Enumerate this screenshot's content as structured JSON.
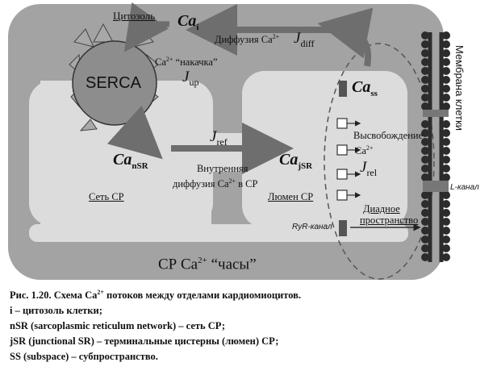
{
  "labels": {
    "cytosol": "Цитозоль",
    "ca_i_base": "Ca",
    "ca_i_sub": "i",
    "diffusion": "Диффузия Ca",
    "diffusion_sup": "2+",
    "j_diff_base": "J",
    "j_diff_sub": "diff",
    "serca": "SERCA",
    "pump_prefix": "Ca",
    "pump_sup": "2+",
    "pump_text": " “накачка”",
    "j_up_base": "J",
    "j_up_sub": "up",
    "ca_ss_base": "Ca",
    "ca_ss_sub": "ss",
    "membrane": "Мембрана клетки",
    "ca_nsr_base": "Ca",
    "ca_nsr_sub": "nSR",
    "j_ref_base": "J",
    "j_ref_sub": "ref",
    "internal_line1": "Внутренняя",
    "internal_line2_a": "диффузия Ca",
    "internal_sup": "2+",
    "internal_line2_b": " в СР",
    "ca_jsr_base": "Ca",
    "ca_jsr_sub": "jSR",
    "release_line1": "Высвобождение",
    "release_ca": "Ca",
    "release_sup": "2+",
    "j_rel_base": "J",
    "j_rel_sub": "rel",
    "l_channel": "L-канал",
    "sr_network": "Сеть СР",
    "sr_lumen": "Люмен СР",
    "dyadic_line1": "Диадное",
    "dyadic_line2": "пространство",
    "ryr_channel": "RyR-канал",
    "clock_prefix": "СР Ca",
    "clock_sup": "2+",
    "clock_suffix": " “часы”"
  },
  "caption": {
    "title_a": "Рис. 1.20. Схема  Ca",
    "title_sup": "2+",
    "title_b": " потоков между отделами кардиомиоцитов.",
    "line1": "i – цитозоль клетки;",
    "line2": "nSR (sarcoplasmic  reticulum  network)  – сеть СР;",
    "line3": "jSR (junctional  SR) – терминальные цистерны (люмен) СР;",
    "line4": "SS (subspace) – субпространство."
  },
  "colors": {
    "cell": "#a3a3a3",
    "sr": "#dcdcdc",
    "serca": "#8d8d8d",
    "arrow": "#6e6e6e",
    "membrane": "#2c2c2c",
    "channel": "#555555"
  }
}
